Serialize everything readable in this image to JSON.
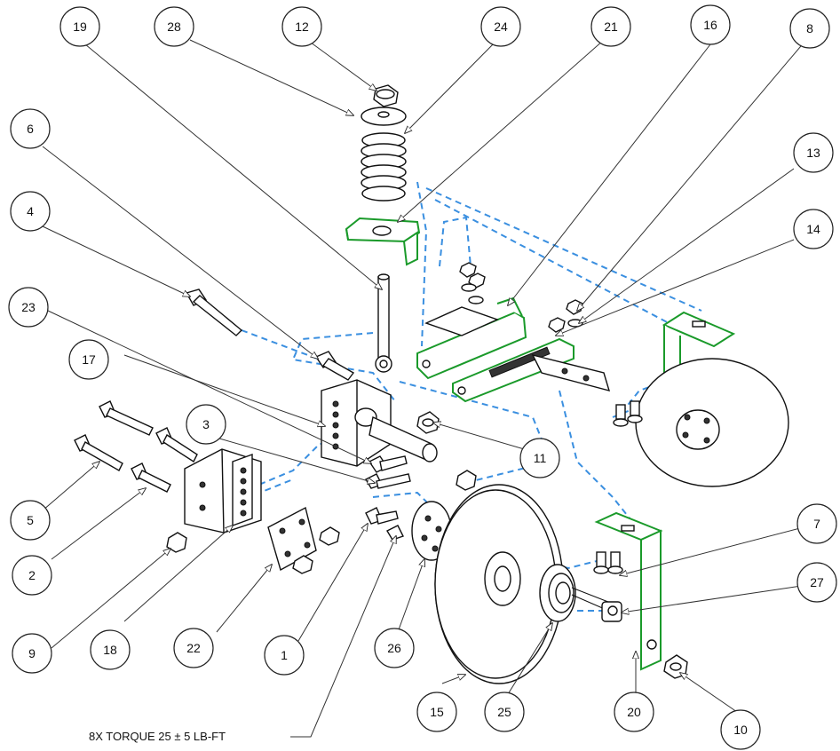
{
  "balloons": [
    "1",
    "2",
    "3",
    "4",
    "5",
    "6",
    "7",
    "8",
    "9",
    "10",
    "11",
    "12",
    "13",
    "14",
    "15",
    "16",
    "17",
    "18",
    "19",
    "20",
    "21",
    "22",
    "23",
    "24",
    "25",
    "26",
    "27",
    "28"
  ],
  "torque_note": "8X TORQUE 25 ± 5 LB-FT",
  "colors": {
    "hidden_line": "#3a8fe0",
    "highlight": "#1a9a2a",
    "line": "#111111"
  }
}
